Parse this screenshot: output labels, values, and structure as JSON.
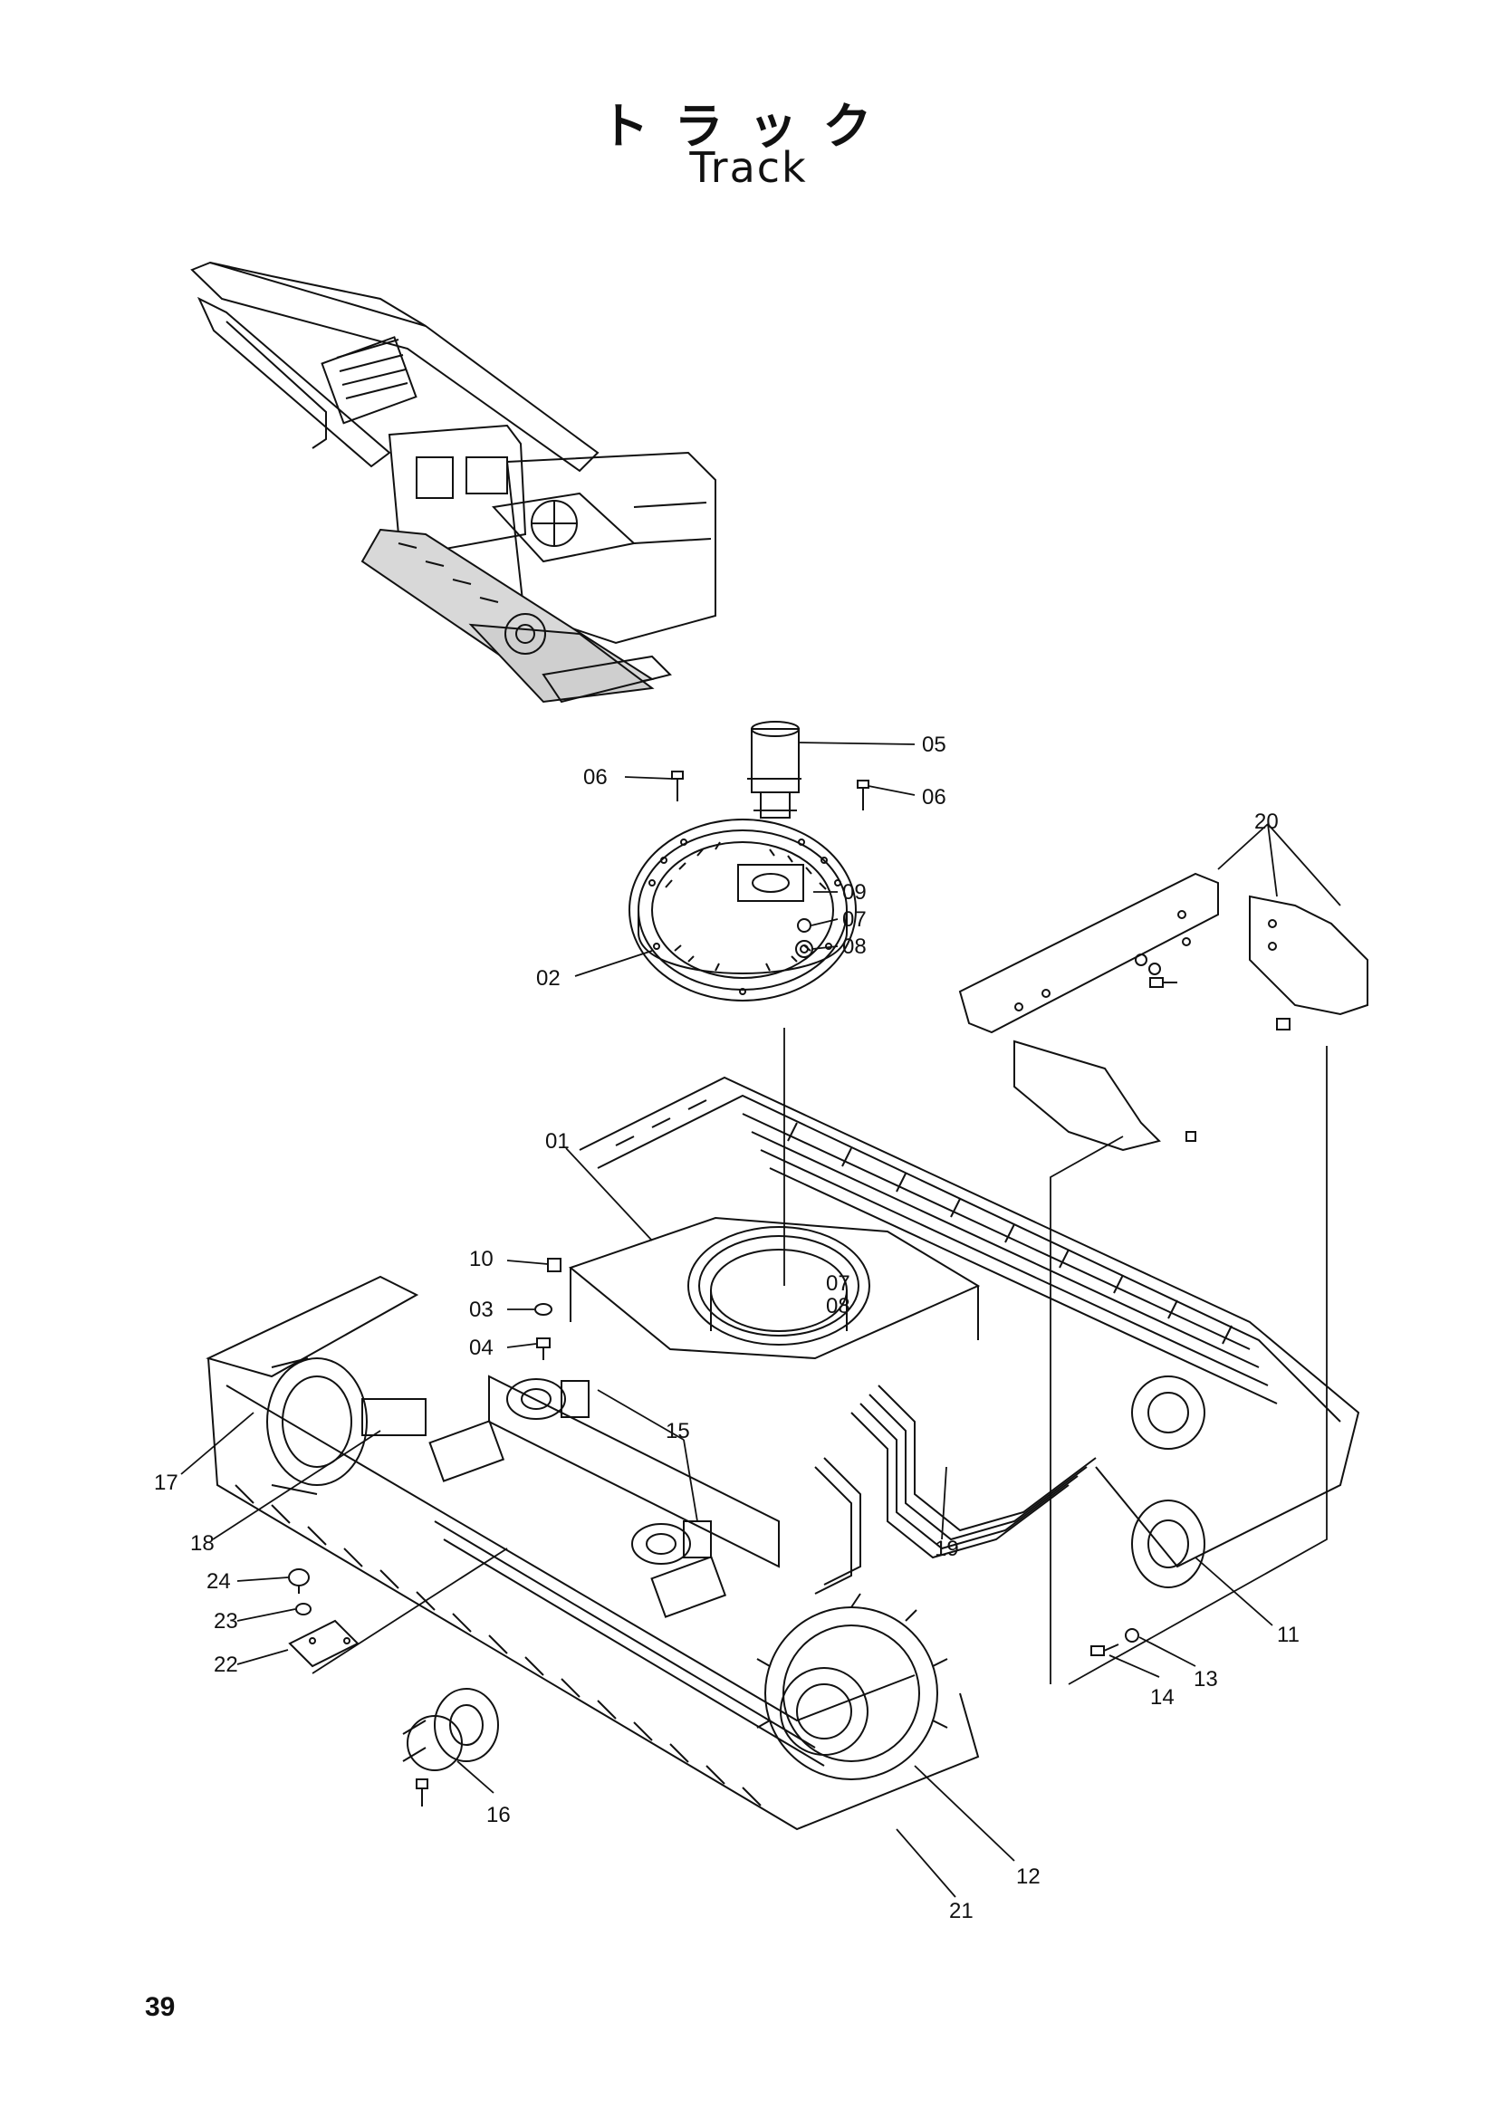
{
  "header": {
    "title_jp": "トラック",
    "title_en": "Track"
  },
  "page_number": "39",
  "callouts": [
    "05",
    "06",
    "06",
    "09",
    "07",
    "08",
    "02",
    "20",
    "01",
    "10",
    "07",
    "08",
    "03",
    "04",
    "15",
    "17",
    "18",
    "19",
    "24",
    "23",
    "22",
    "11",
    "13",
    "14",
    "16",
    "12",
    "21"
  ]
}
